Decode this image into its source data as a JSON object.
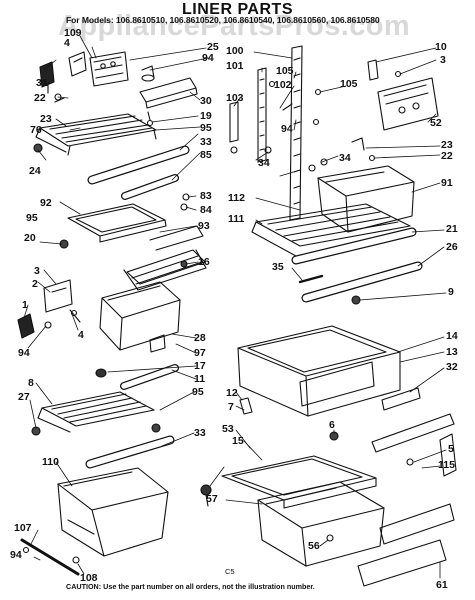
{
  "title": "LINER PARTS",
  "models_line": "For Models: 106.8610510, 106.8610520, 106.8610540, 106.8610560, 106.8610580",
  "watermark": "AppliancePartsPros.com",
  "caution": "CAUTION: Use the part number on all orders, not the illustration number.",
  "page_code": "C5",
  "callouts": {
    "c109": "109",
    "c4": "4",
    "c25": "25",
    "c94a": "94",
    "c31": "31",
    "c22a": "22",
    "c30": "30",
    "c19": "19",
    "c23a": "23",
    "c95a": "95",
    "c76": "76",
    "c33a": "33",
    "c85": "85",
    "c24": "24",
    "c83": "83",
    "c84": "84",
    "c92": "92",
    "c95b": "95",
    "c93": "93",
    "c20": "20",
    "c16": "16",
    "c3a": "3",
    "c2": "2",
    "c1": "1",
    "c4b": "4",
    "c94b": "94",
    "c28": "28",
    "c97": "97",
    "c17": "17",
    "c11": "11",
    "c8": "8",
    "c95c": "95",
    "c27": "27",
    "c33b": "33",
    "c110": "110",
    "c107": "107",
    "c94c": "94",
    "c108": "108",
    "c100": "100",
    "c101": "101",
    "c105a": "105",
    "c102": "102",
    "c103": "103",
    "c94d": "94",
    "c105b": "105",
    "c34a": "34",
    "c34b": "34",
    "c10": "10",
    "c3b": "3",
    "c52": "52",
    "c23b": "23",
    "c22b": "22",
    "c91": "91",
    "c112": "112",
    "c111": "111",
    "c21": "21",
    "c26": "26",
    "c35": "35",
    "c9": "9",
    "c14": "14",
    "c13": "13",
    "c32": "32",
    "c12": "12",
    "c7": "7",
    "c6": "6",
    "c5": "5",
    "c53": "53",
    "c15": "15",
    "c115": "115",
    "c57": "57",
    "c56": "56",
    "c61": "61"
  }
}
